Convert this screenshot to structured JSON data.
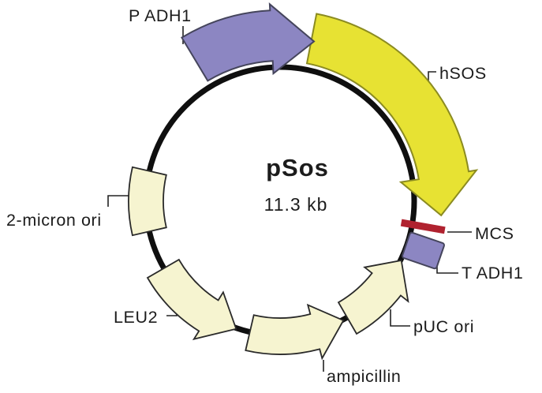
{
  "diagram": {
    "name": "pSos",
    "size": "11.3 kb",
    "features": {
      "p_adh1": {
        "label": "P ADH1"
      },
      "hsos": {
        "label": "hSOS"
      },
      "mcs": {
        "label": "MCS"
      },
      "t_adh1": {
        "label": "T ADH1"
      },
      "puc_ori": {
        "label": "pUC ori"
      },
      "ampicillin": {
        "label": "ampicillin"
      },
      "leu2": {
        "label": "LEU2"
      },
      "two_micron_ori": {
        "label": "2-micron ori"
      }
    },
    "colors": {
      "backbone": "#0f0f0f",
      "promoter_purple": "#8c86c2",
      "gene_yellow": "#e7e233",
      "feature_cream": "#f6f4d0",
      "mcs_red": "#b0222f"
    }
  }
}
